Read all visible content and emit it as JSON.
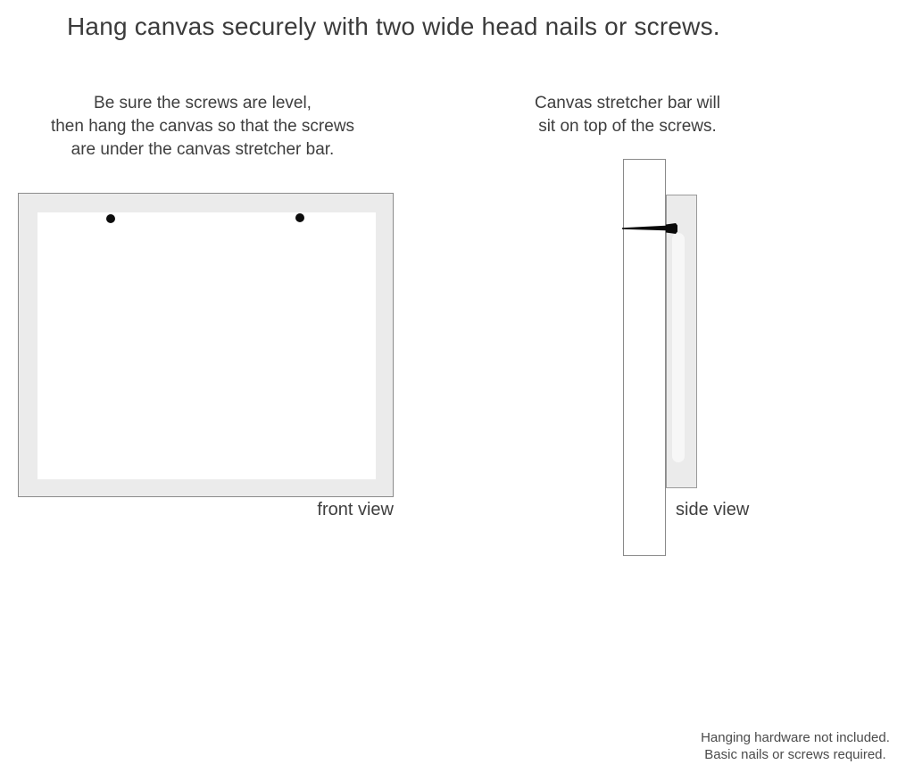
{
  "page": {
    "title": "Hang canvas securely with two wide head nails or screws."
  },
  "instructions": {
    "left": [
      "Be sure the screws are level,",
      "then hang the canvas so that the screws",
      "are under the canvas stretcher bar."
    ],
    "right": [
      "Canvas stretcher bar will",
      "sit on top of the screws."
    ]
  },
  "diagram": {
    "front_view_label": "front view",
    "side_view_label": "side view",
    "nail_count_front_view": 2
  },
  "footnote": {
    "line1": "Hanging hardware not included.",
    "line2": "Basic nails or screws required."
  },
  "colors": {
    "background": "#ffffff",
    "text": "#3d3d3d",
    "frame_fill": "#ebebeb",
    "frame_border": "#8c8c8c",
    "nail": "#0a0a0a"
  }
}
